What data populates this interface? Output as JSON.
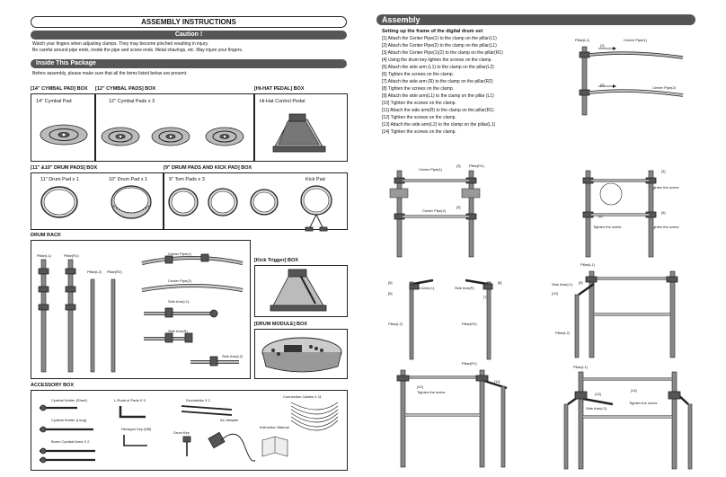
{
  "left_page": {
    "title": "ASSEMBLY INSTRUCTIONS",
    "caution": {
      "heading": "Caution !",
      "lines": [
        "Watch your fingers when adjusting clamps. They may become pinched resulting in injury.",
        "Be careful around pipe ends, inside the pipe and screw ends. Metal shavings, etc. May injure your fingers."
      ]
    },
    "inside": {
      "heading": "Inside This Package",
      "text": "Before assembly, please make sure that all the items listed below are present."
    },
    "boxes": {
      "cymbal14": {
        "title": "[14\" CYMBAL PAD] BOX",
        "item": "14\" Cymbal Pad"
      },
      "cymbal12": {
        "title": "[12\" CYMBAL PADS] BOX",
        "item": "12\" Cymbal Pads x 3"
      },
      "hihat": {
        "title": "[HI-HAT PEDAL] BOX",
        "item": "Hi-Hat Control Pedal"
      },
      "drum11_10": {
        "title": "[11\" &10\" DRUM PADS] BOX",
        "item1": "11\" Drum Pad x 1",
        "item2": "10\" Drum Pad x 1"
      },
      "drum9_kick": {
        "title": "[9\" DRUM PADS AND KICK PAD] BOX",
        "item1": "9\" Tom Pads x 3",
        "item2": "Kick Pad"
      },
      "rack": {
        "title": "DRUM RACK",
        "pillar_l1": "Pillar(L1)",
        "pillar_r1": "Pillar(R1)",
        "pillar_l2": "Pillar(L2)",
        "pillar_r2": "Pillar(R2)",
        "center1": "Center Pipe(1)",
        "center2": "Center Pipe(2)",
        "side_l1": "Side Arm(L1)",
        "side_r": "Side Arm(R)",
        "side_l2": "Side Arm(L2)"
      },
      "kick_trigger": {
        "title": "[Kick Trigger] BOX"
      },
      "module": {
        "title": "[DRUM MODULE] BOX"
      },
      "accessory": {
        "title": "ACCESSORY BOX",
        "cymbal_holder_short": "Cymbal Holder (Short)",
        "cymbal_holder_long": "Cymbal Holder (Long)",
        "boom_arms": "Boom Cymbal Arms X 2",
        "l_rods": "L-Rods of Pads X 5",
        "hex_key": "Hexagon Key (M6)",
        "drumsticks": "Drumsticks X 2",
        "drum_key": "Drum Key",
        "ac_adapter": "AC Adapter",
        "cables": "Connection Cables X 11",
        "manual": "Instruction Manual"
      }
    }
  },
  "right_page": {
    "heading": "Assembly",
    "subheading": "Setting up the frame of the digital drum set",
    "steps": [
      "[1] Attach the Center Pipe(1) to the clamp on the pillar(L1)",
      "[2] Attach the Center Pipe(2) to the clamp on the pillar(L1)",
      "[3] Attach the Center Pipe(1)(2) to the clamp on the pillar(R1)",
      "[4] Using the drum key lighten the screws on the clamp.",
      "[5] Attach the side arm (L1) to the clamp on the pillar(L2)",
      "[6] Tighten the screws on the clamp.",
      "[7] Attach the side arm (R) to the clamp on the pillar(R2)",
      "[8] Tighten the screws on the clamp.",
      "[9] Attach the side arm(L1) to the clamp on the pillar (L1)",
      "[10] Tighten the screws on the clamp.",
      "[11] Attach the side arm(R) to the clamp on the pillar(R1)",
      "[12] Tighten the screws on the clamp.",
      "[13] Attach the side arm(L2) to the clamp on the pillar(L1)",
      "[14] Tighten the screws on the clamp."
    ],
    "diagrams": {
      "d1": {
        "pillar": "Pillar(L1)",
        "c1": "Center Pipe(1)",
        "c2": "Center Pipe(2)",
        "n1": "[1]",
        "n2": "[2]"
      },
      "d2": {
        "c1": "Center Pipe(1)",
        "pillar": "Pillar(R1)",
        "c2": "Center Pipe(2)",
        "n3": "[3]",
        "n3b": "[3]"
      },
      "d3": {
        "n4": "[4]",
        "tighten": "Tighten the screw"
      },
      "d4": {
        "side_l1": "Side Arm(L1)",
        "side_r": "Side Arm(R)",
        "pillar_l2": "Pillar(L2)",
        "pillar_r2": "Pillar(R2)",
        "n5": "[5]",
        "n6": "[6]",
        "n7": "[7]",
        "n8": "[8]"
      },
      "d5": {
        "pillar_l1": "Pillar(L1)",
        "side_l1": "Side Arm(L1)",
        "pillar_l2": "Pillar(L2)",
        "n9": "[9]",
        "n10": "[10]"
      },
      "d6": {
        "pillar_r1": "Pillar(R1)",
        "n11": "[11]",
        "n12": "[12]",
        "tighten": "Tighten the screw"
      },
      "d7": {
        "pillar_l1": "Pillar(L1)",
        "side_l2": "Side Arm(L2)",
        "n13": "[13]",
        "n14": "[14]",
        "tighten": "Tighten the screw"
      }
    }
  }
}
